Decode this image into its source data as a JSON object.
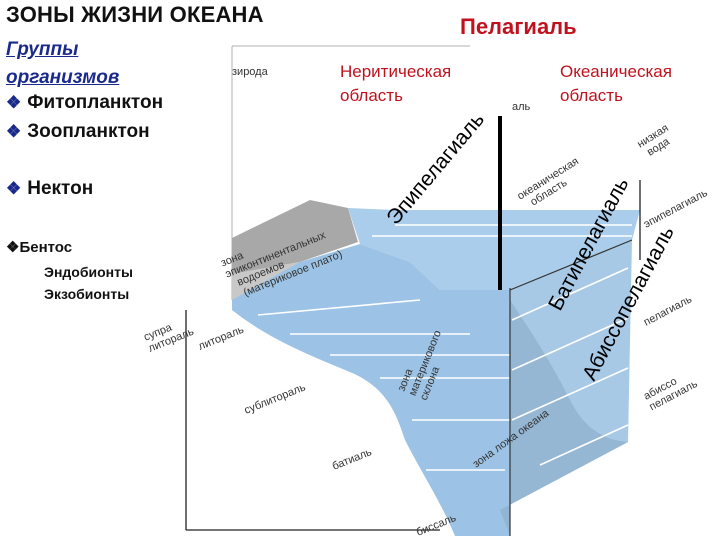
{
  "title": "ЗОНЫ ЖИЗНИ ОКЕАНА",
  "groups_heading_line1": "Группы",
  "groups_heading_line2": "организмов",
  "groups": [
    {
      "label": "Фитопланктон"
    },
    {
      "label": "Зоопланктон"
    },
    {
      "label": "Нектон"
    },
    {
      "label": "Бентос"
    }
  ],
  "benthos_subgroups": [
    "Эндобионты",
    "Экзобионты"
  ],
  "pelagial_label": "Пелагиаль",
  "regions": {
    "neritic_line1": "Неритическая",
    "neritic_line2": "область",
    "oceanic_line1": "Океаническая",
    "oceanic_line2": "область"
  },
  "zones": {
    "epipelagial": "Эпипелагиаль",
    "batipelagial": "Батипелагиаль",
    "abissopelagial": "Абиссопелагиаль"
  },
  "diagram_labels": {
    "priroda": "зирода",
    "supralitoral_1": "супра",
    "supralitoral_2": "литораль",
    "litoral": "литораль",
    "sublitoral": "сублитораль",
    "batial": "батиаль",
    "abissal": "биссаль",
    "shelf_1": "зона",
    "shelf_2": "эпиконтинентальных",
    "shelf_3": "водоемов",
    "shelf_4": "(материковое плато)",
    "slope_1": "зона",
    "slope_2": "материкового",
    "slope_3": "склона",
    "bed": "зона ложа океана",
    "oceanic_1": "океаническая",
    "oceanic_2": "область",
    "lowwater_1": "низкая",
    "lowwater_2": "вода",
    "epipelagial_small": "эпипелагиаль",
    "bathy_small": "пелагиаль",
    "abisso_1": "абиссо",
    "abisso_2": "пелагиаль",
    "al": "аль"
  },
  "colors": {
    "title_blue": "#1a2a8c",
    "accent_red": "#c0121e",
    "water": "#a9cdea",
    "water_front": "#9cc3e5",
    "water_bottom": "#8fb0cc",
    "land": "#a8a8a8"
  }
}
